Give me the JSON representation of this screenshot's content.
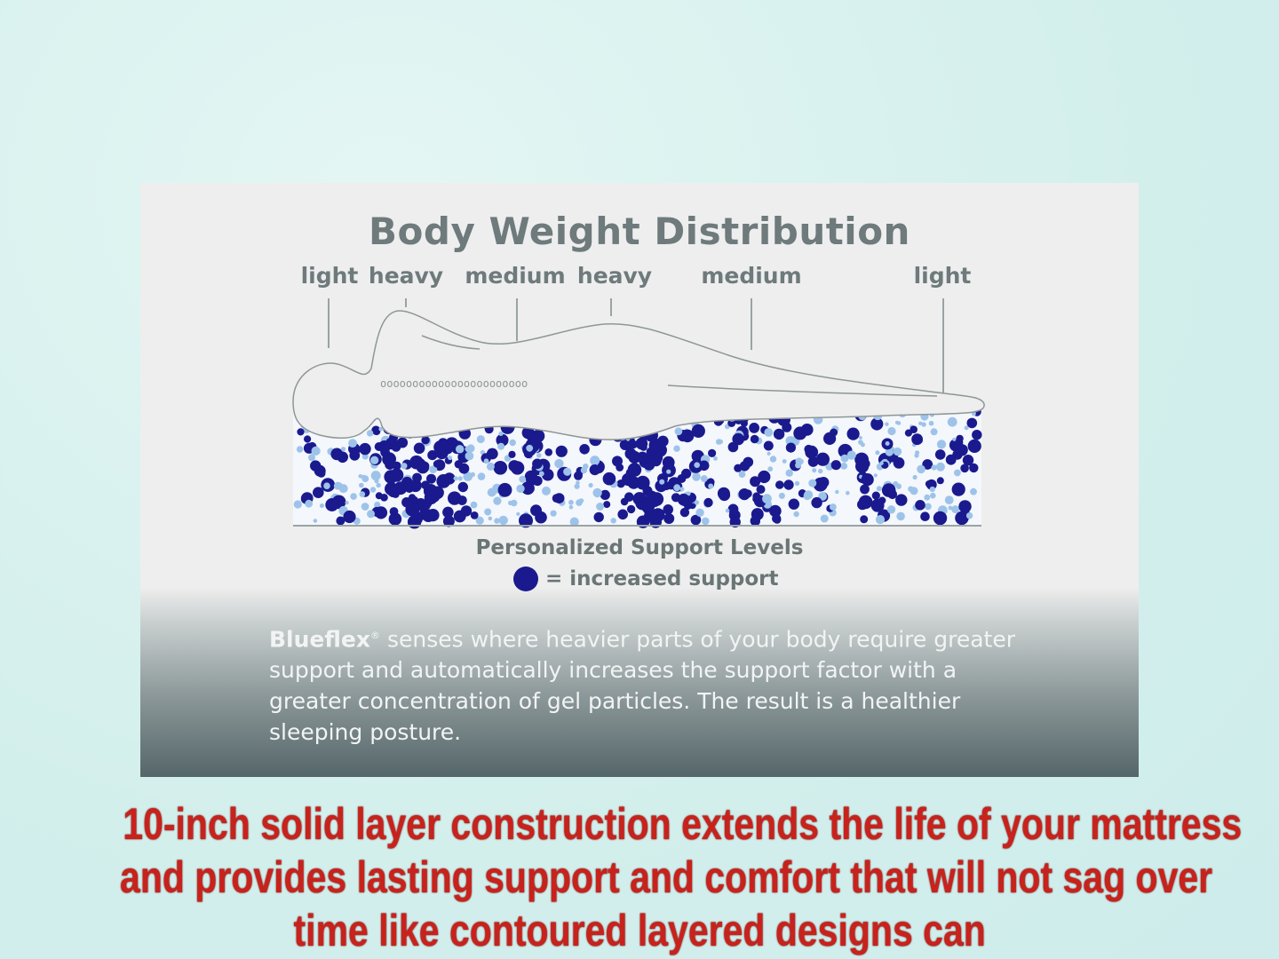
{
  "diagram": {
    "title": "Body Weight Distribution",
    "zone_labels": [
      "light",
      "heavy",
      "medium",
      "heavy",
      "medium",
      "light"
    ],
    "pattern_text": "ooooooooooooooooooooooo",
    "legend_title": "Personalized Support Levels",
    "legend_text": "= increased support",
    "colors": {
      "dense_dot": "#1a1a8e",
      "light_dot": "#9ec3ea",
      "panel": "#eeeeee"
    }
  },
  "description": {
    "brand": "Blueflex",
    "mark": "®",
    "text": " senses where heavier parts of your body require greater support and automatically increases the support factor with a greater concentration of gel particles. The result is a healthier sleeping posture."
  },
  "caption": {
    "lines": [
      "10-inch solid layer construction extends the life of your mattress",
      "and provides lasting support and comfort that will not sag over",
      "time like contoured layered designs can"
    ],
    "color": "#c8221c"
  }
}
